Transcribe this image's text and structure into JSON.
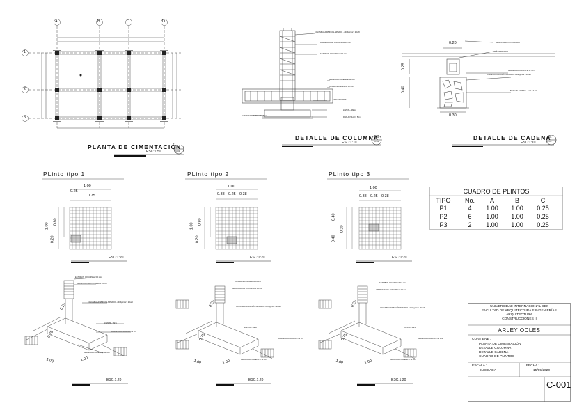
{
  "foundation_plan": {
    "title": "PLANTA DE CIMENTACIÓN",
    "scale": "ESC:1:50",
    "sheet_ref": [
      "C-01",
      "C-01"
    ],
    "axes_letters": [
      "A",
      "B",
      "C",
      "D"
    ],
    "axes_numbers": [
      "1",
      "2",
      "3"
    ]
  },
  "column_detail": {
    "title": "DETALLE DE COLUMNA",
    "scale": "ESC:1:10",
    "sheet_ref": [
      "C-01",
      "C-01"
    ],
    "notes": [
      "COLUMNA HORMIGÓN ARMADO - 240Kg/cm2 - 20x20",
      "ARMADURA DE COLUMNA Ø 12 mm",
      "ESTRIBOS COLUMNA Ø 10 mm",
      "ARMADURA CADENA Ø 12 mm",
      "ESTRIBOS CADENA Ø 10 mm",
      "SEPARADORES",
      "ZAPATA - 28cm",
      "REPLANTILLO - 5cm",
      "ARMADURA ZAPATA Ø 12 mm"
    ]
  },
  "chain_detail": {
    "title": "DETALLE DE CADENA",
    "scale": "ESC:1:10",
    "sheet_ref": [
      "C-01",
      "C-01"
    ],
    "dims": [
      "0.20",
      "0.25",
      "0.40",
      "0.30"
    ],
    "notes": [
      "MALLA ELECTROSOLDADA",
      "CONTRAPISO",
      "ARMADURA CADENA Ø 12 mm",
      "CADENA HORMIGÓN ARMADO - 240Kg/cm2 - 20x25",
      "BASE DE CADENA - 0.30 x 0.40"
    ]
  },
  "plinths": [
    {
      "title": "PLinto tipo 1",
      "dims_top": [
        "1.00",
        "0.25",
        "0.75"
      ],
      "dims_side": [
        "1.00",
        "0.80",
        "0.20"
      ],
      "scale": "ESC:1:20",
      "iso_dims": [
        "0.25",
        "0.75",
        "1.00",
        "1.00"
      ]
    },
    {
      "title": "PLinto tipo 2",
      "dims_top": [
        "1.00",
        "0.38",
        "0.25",
        "0.38"
      ],
      "dims_side": [
        "1.00",
        "0.80",
        "0.20"
      ],
      "scale": "ESC:1:20",
      "iso_dims": [
        "0.25",
        "0.75",
        "1.00",
        "1.00"
      ]
    },
    {
      "title": "PLinto tipo 3",
      "dims_top": [
        "1.00",
        "0.38",
        "0.25",
        "0.38"
      ],
      "dims_side": [
        "0.40",
        "0.20",
        "0.40"
      ],
      "scale": "ESC:1:20",
      "iso_dims": [
        "0.25",
        "0.75",
        "1.00",
        "1.00"
      ]
    }
  ],
  "plinth_table": {
    "title": "CUADRO DE PLINTOS",
    "headers": [
      "TIPO",
      "No.",
      "A",
      "B",
      "C"
    ],
    "rows": [
      [
        "P1",
        "4",
        "1.00",
        "1.00",
        "0.25"
      ],
      [
        "P2",
        "6",
        "1.00",
        "1.00",
        "0.25"
      ],
      [
        "P3",
        "2",
        "1.00",
        "1.00",
        "0.25"
      ]
    ]
  },
  "title_block": {
    "institution": [
      "UNIVERSIDAD INTERNACIONAL SEK",
      "FACULTAD DE ARQUITECTURA E INGENIERÍAS",
      "ARQUITECTURA",
      "CONSTRUCCIONES II"
    ],
    "author": "ARLEY OCLES",
    "contents_label": "CONTIENE :",
    "contents": [
      "PLANTA DE CIMENTACIÓN",
      "DETALLE COLUMNA",
      "DETALLE CADENA",
      "CUADRO DE PLINTOS"
    ],
    "scale_label": "ESCALA :",
    "scale_value": "INDICADA",
    "date_label": "FECHA :",
    "date_value": "15/05/2020",
    "sheet": "C-001"
  }
}
